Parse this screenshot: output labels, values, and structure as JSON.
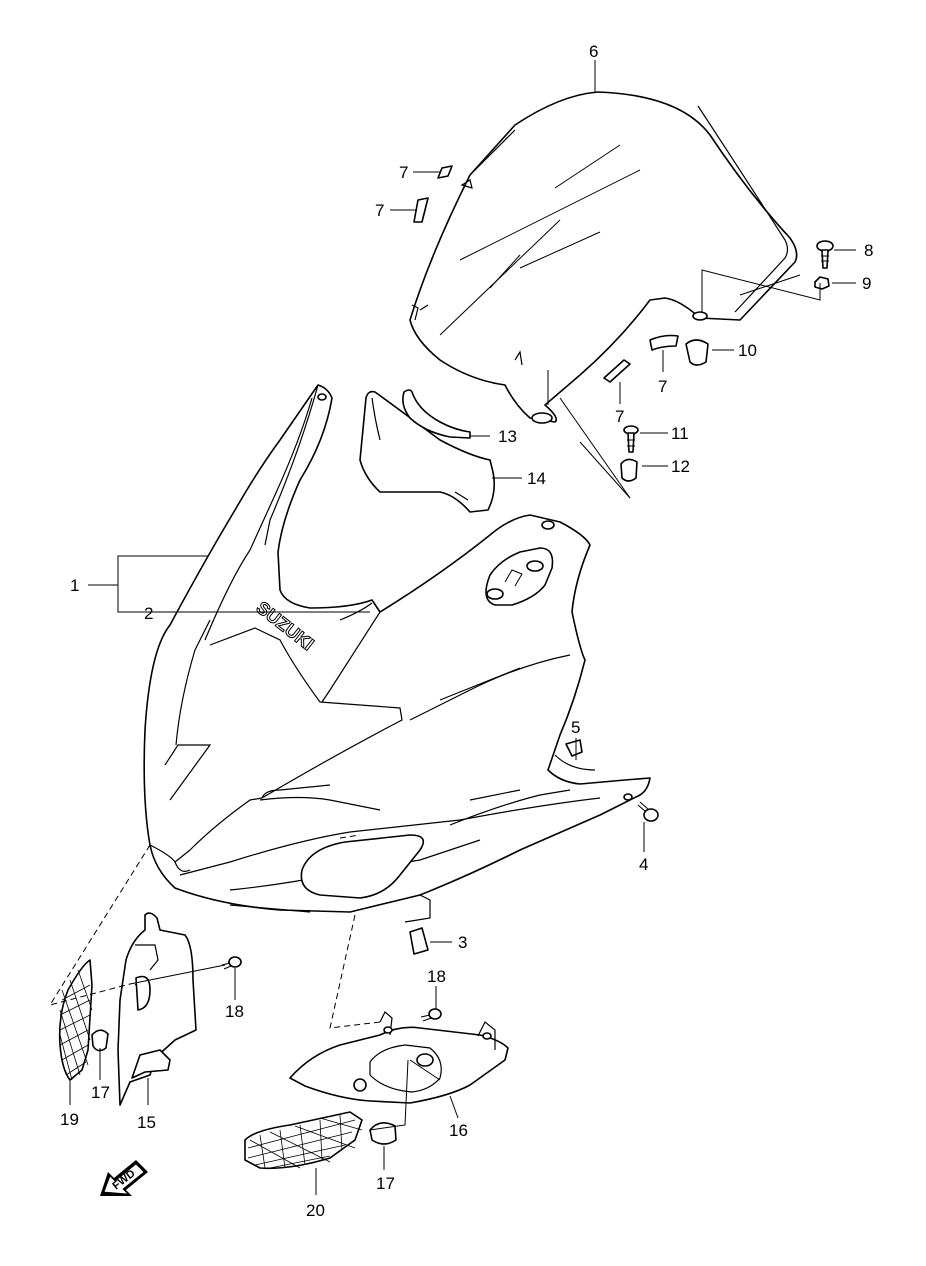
{
  "diagram": {
    "logo_text": "SUZUKI",
    "fwd_text": "FWD",
    "callouts": [
      {
        "id": "c1",
        "label": "1"
      },
      {
        "id": "c2",
        "label": "2"
      },
      {
        "id": "c3",
        "label": "3"
      },
      {
        "id": "c4",
        "label": "4"
      },
      {
        "id": "c5",
        "label": "5"
      },
      {
        "id": "c6",
        "label": "6"
      },
      {
        "id": "c7a",
        "label": "7"
      },
      {
        "id": "c7b",
        "label": "7"
      },
      {
        "id": "c7c",
        "label": "7"
      },
      {
        "id": "c7d",
        "label": "7"
      },
      {
        "id": "c8",
        "label": "8"
      },
      {
        "id": "c9",
        "label": "9"
      },
      {
        "id": "c10",
        "label": "10"
      },
      {
        "id": "c11",
        "label": "11"
      },
      {
        "id": "c12",
        "label": "12"
      },
      {
        "id": "c13",
        "label": "13"
      },
      {
        "id": "c14",
        "label": "14"
      },
      {
        "id": "c15",
        "label": "15"
      },
      {
        "id": "c16",
        "label": "16"
      },
      {
        "id": "c17a",
        "label": "17"
      },
      {
        "id": "c17b",
        "label": "17"
      },
      {
        "id": "c18a",
        "label": "18"
      },
      {
        "id": "c18b",
        "label": "18"
      },
      {
        "id": "c19",
        "label": "19"
      },
      {
        "id": "c20",
        "label": "20"
      }
    ]
  }
}
